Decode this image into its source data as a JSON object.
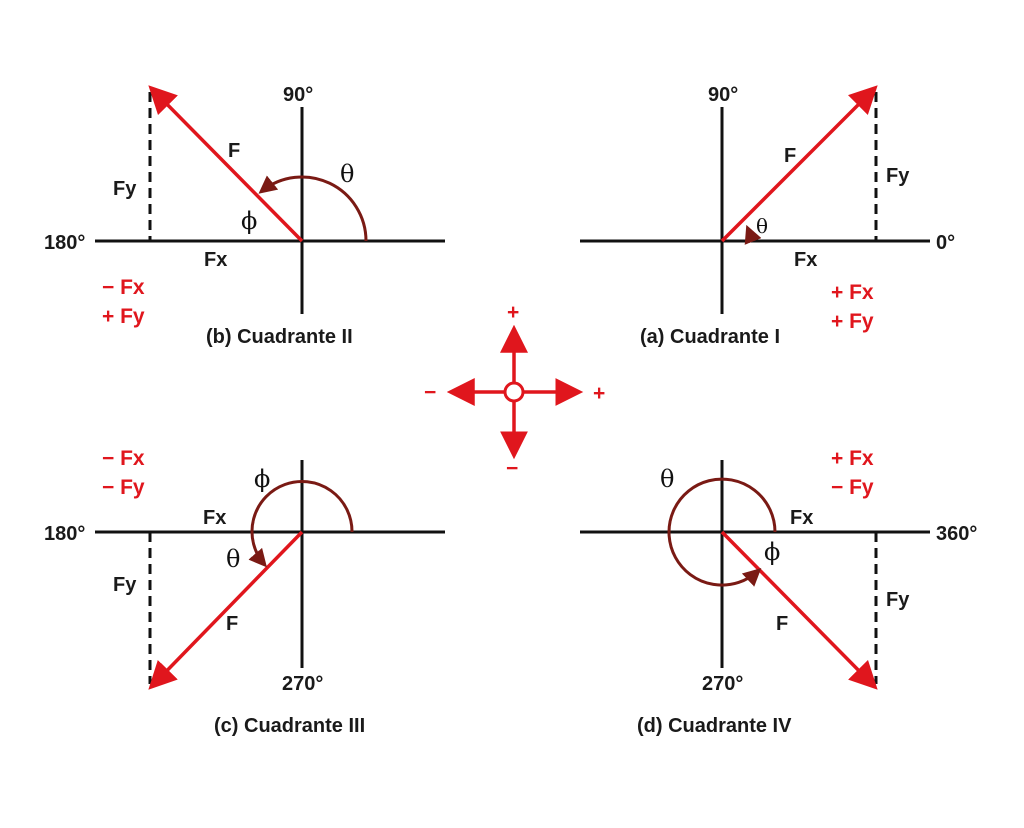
{
  "colors": {
    "axis": "#111111",
    "vector": "#e0161d",
    "angle_arc": "#7a1a14",
    "sign_text": "#e0161d"
  },
  "quadrants": {
    "q1": {
      "caption": "(a) Cuadrante I",
      "angle_top": "90°",
      "angle_right": "0°",
      "force": "F",
      "fx": "Fx",
      "fy": "Fy",
      "theta": "θ",
      "sign_fx": "+ Fx",
      "sign_fy": "+ Fy"
    },
    "q2": {
      "caption": "(b) Cuadrante II",
      "angle_top": "90°",
      "angle_left": "180°",
      "force": "F",
      "fx": "Fx",
      "fy": "Fy",
      "theta": "θ",
      "phi": "ϕ",
      "sign_fx": "− Fx",
      "sign_fy": "+ Fy"
    },
    "q3": {
      "caption": "(c) Cuadrante III",
      "angle_bottom": "270°",
      "angle_left": "180°",
      "force": "F",
      "fx": "Fx",
      "fy": "Fy",
      "theta": "θ",
      "phi": "ϕ",
      "sign_fx": "− Fx",
      "sign_fy": "− Fy"
    },
    "q4": {
      "caption": "(d) Cuadrante IV",
      "angle_bottom": "270°",
      "angle_right": "360°",
      "force": "F",
      "fx": "Fx",
      "fy": "Fy",
      "theta": "θ",
      "phi": "ϕ",
      "sign_fx": "+ Fx",
      "sign_fy": "− Fy"
    }
  },
  "direction_key": {
    "up": "+",
    "down": "−",
    "left": "−",
    "right": "+"
  }
}
